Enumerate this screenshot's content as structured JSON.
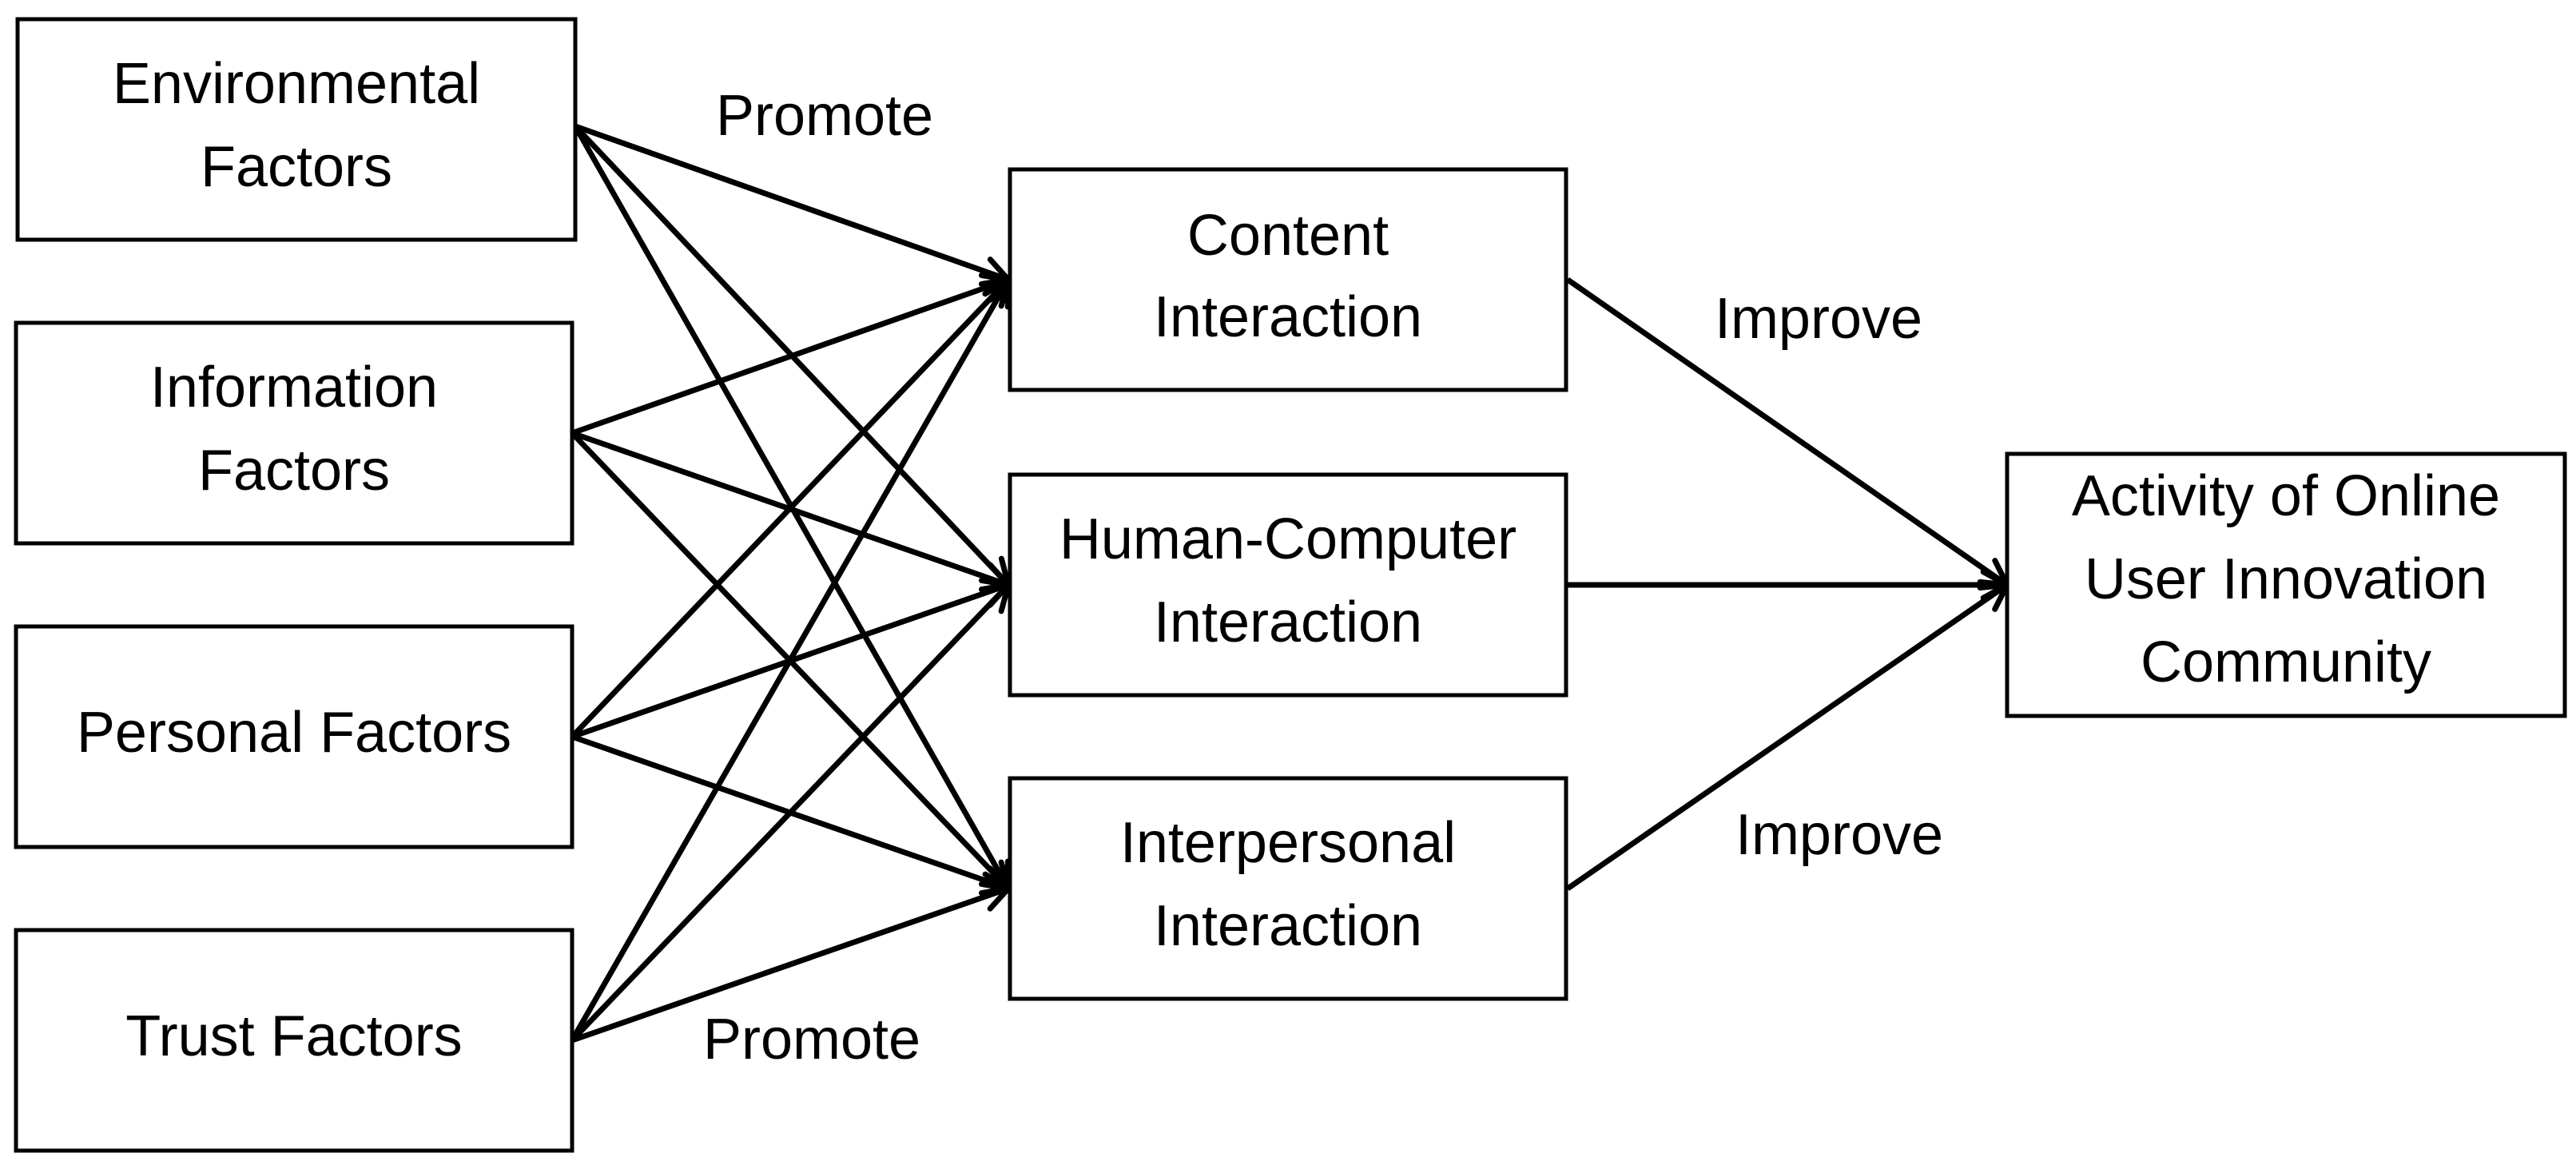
{
  "colors": {
    "stroke": "#000000",
    "background": "#ffffff"
  },
  "nodes": {
    "environmental": {
      "lines": [
        "Environmental",
        "Factors"
      ]
    },
    "information": {
      "lines": [
        "Information",
        "Factors"
      ]
    },
    "personal": {
      "lines": [
        "Personal Factors"
      ]
    },
    "trust": {
      "lines": [
        "Trust Factors"
      ]
    },
    "content": {
      "lines": [
        "Content",
        "Interaction"
      ]
    },
    "hci": {
      "lines": [
        "Human-Computer",
        "Interaction"
      ]
    },
    "interpersonal": {
      "lines": [
        "Interpersonal",
        "Interaction"
      ]
    },
    "activity": {
      "lines": [
        "Activity of Online",
        "User Innovation",
        "Community"
      ]
    }
  },
  "edge_labels": {
    "promote_top": "Promote",
    "promote_bottom": "Promote",
    "improve_top": "Improve",
    "improve_bottom": "Improve"
  },
  "edges": [
    {
      "from": "environmental",
      "to": "content"
    },
    {
      "from": "environmental",
      "to": "hci"
    },
    {
      "from": "environmental",
      "to": "interpersonal"
    },
    {
      "from": "information",
      "to": "content"
    },
    {
      "from": "information",
      "to": "hci"
    },
    {
      "from": "information",
      "to": "interpersonal"
    },
    {
      "from": "personal",
      "to": "content"
    },
    {
      "from": "personal",
      "to": "hci"
    },
    {
      "from": "personal",
      "to": "interpersonal"
    },
    {
      "from": "trust",
      "to": "content"
    },
    {
      "from": "trust",
      "to": "hci"
    },
    {
      "from": "trust",
      "to": "interpersonal"
    },
    {
      "from": "content",
      "to": "activity"
    },
    {
      "from": "hci",
      "to": "activity"
    },
    {
      "from": "interpersonal",
      "to": "activity"
    }
  ]
}
